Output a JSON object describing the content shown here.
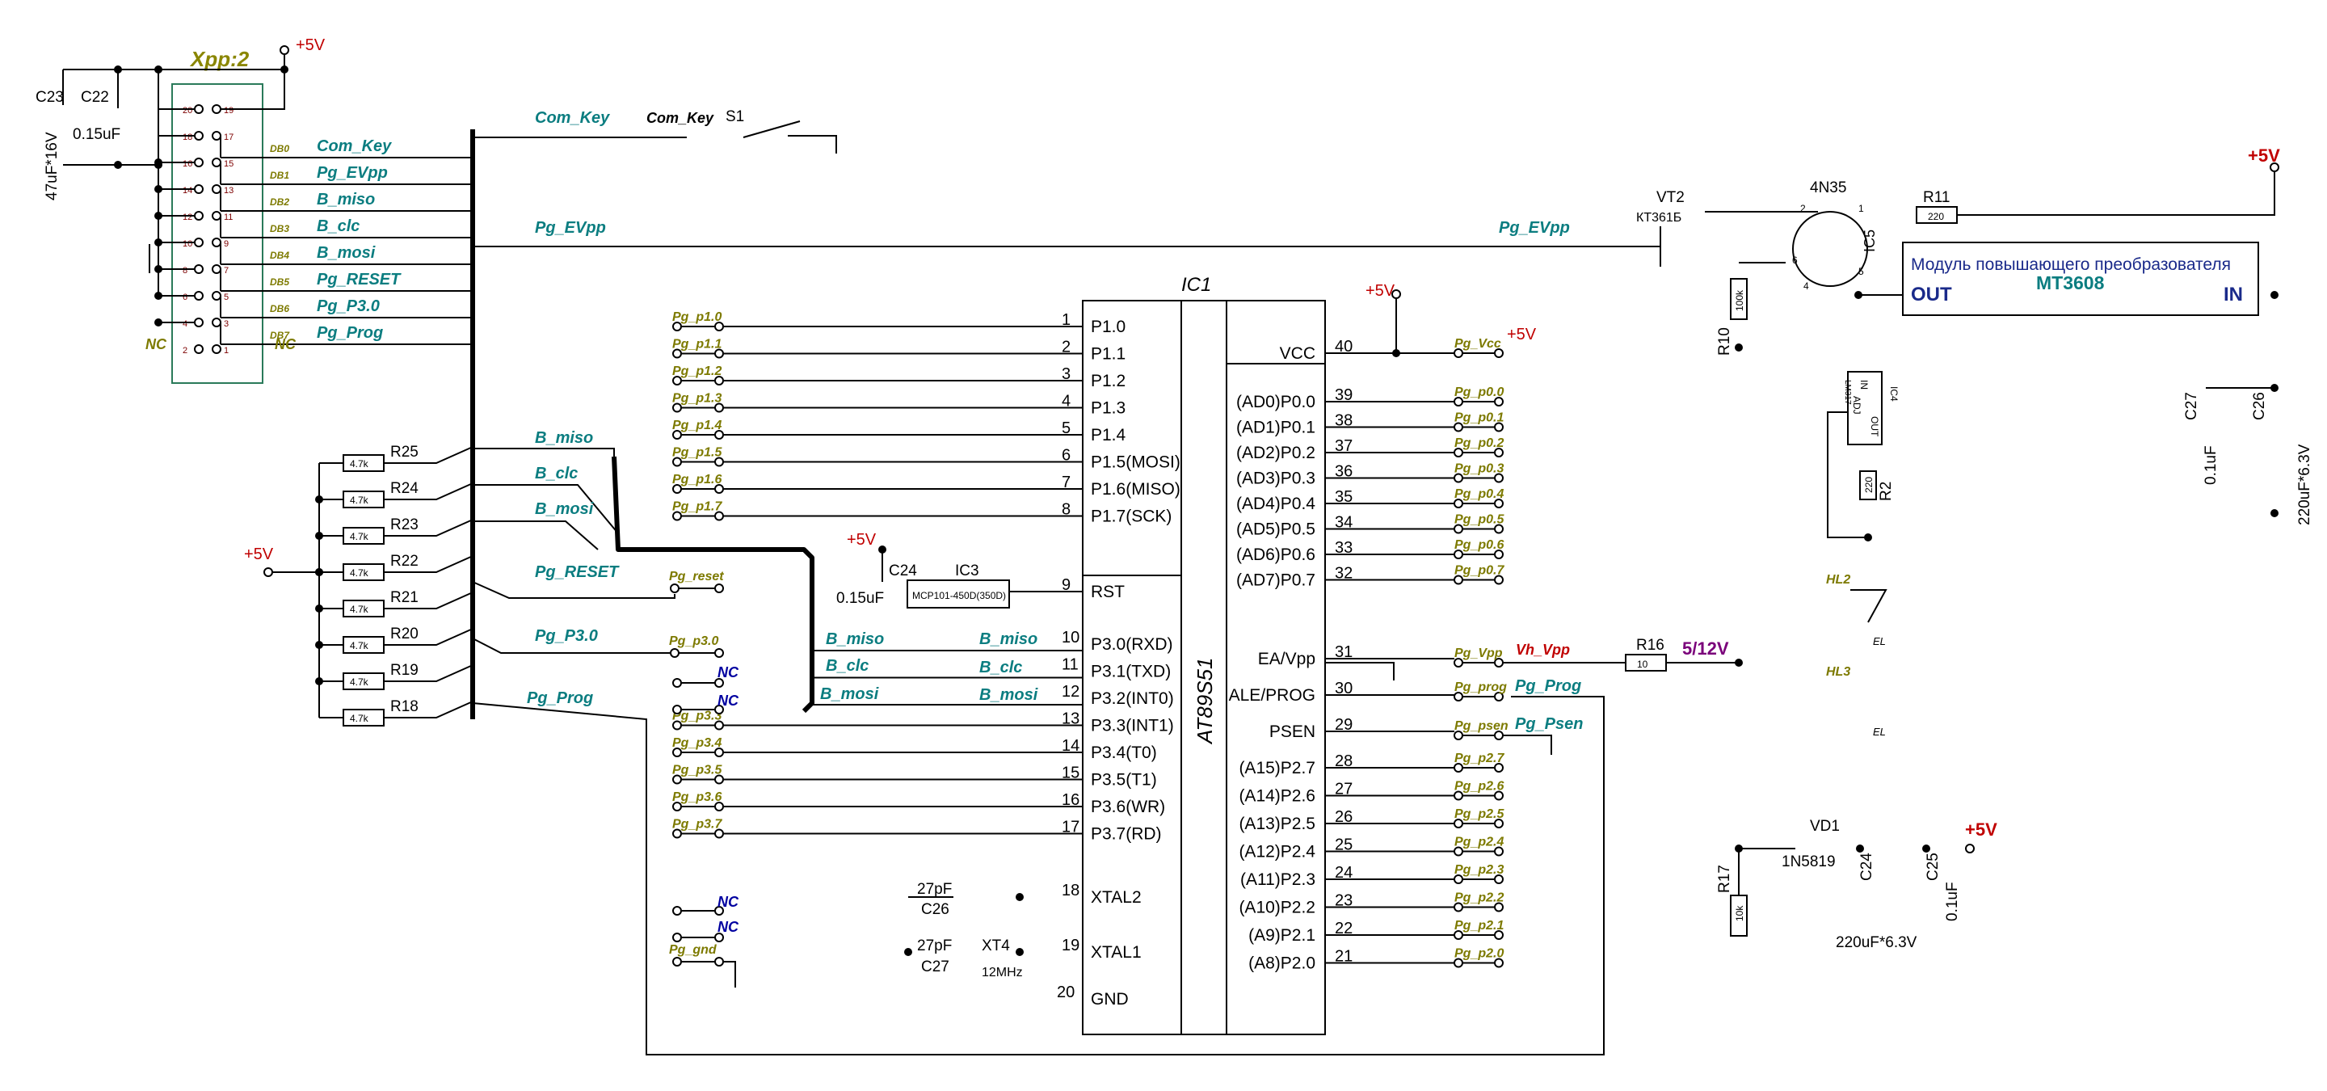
{
  "connector": {
    "title": "Xpp:2",
    "left_pins": [
      "20",
      "18",
      "16",
      "14",
      "12",
      "10",
      "8",
      "6",
      "4",
      "2"
    ],
    "right_pins": [
      "19",
      "17",
      "15",
      "13",
      "11",
      "9",
      "7",
      "5",
      "3",
      "1"
    ],
    "db_labels": [
      "DB0",
      "DB1",
      "DB2",
      "DB3",
      "DB4",
      "DB5",
      "DB6",
      "DB7"
    ],
    "signals": [
      "Com_Key",
      "Pg_EVpp",
      "B_miso",
      "B_clc",
      "B_mosi",
      "Pg_RESET",
      "Pg_P3.0",
      "Pg_Prog"
    ],
    "nc": "NC",
    "supply": "+5V",
    "c23": "C23",
    "c22": "C22",
    "c23_val": "47uF*16V",
    "c22_val": "0.15uF"
  },
  "switch": {
    "net": "Com_Key",
    "label": "Com_Key",
    "name": "S1"
  },
  "nets": {
    "pg_evpp": "Pg_EVpp",
    "b_miso": "B_miso",
    "b_clc": "B_clc",
    "b_mosi": "B_mosi",
    "pg_reset": "Pg_RESET",
    "pg_reset_term": "Pg_reset",
    "pg_p30": "Pg_P3.0",
    "pg_p30_term": "Pg_p3.0",
    "pg_prog": "Pg_Prog"
  },
  "resistors": {
    "names": [
      "R25",
      "R24",
      "R23",
      "R22",
      "R21",
      "R20",
      "R19",
      "R18"
    ],
    "value": "4.7k",
    "supply": "+5V"
  },
  "ic1": {
    "name": "IC1",
    "part": "AT89S51",
    "left": [
      {
        "n": "1",
        "l": "P1.0",
        "t": "Pg_p1.0"
      },
      {
        "n": "2",
        "l": "P1.1",
        "t": "Pg_p1.1"
      },
      {
        "n": "3",
        "l": "P1.2",
        "t": "Pg_p1.2"
      },
      {
        "n": "4",
        "l": "P1.3",
        "t": "Pg_p1.3"
      },
      {
        "n": "5",
        "l": "P1.4",
        "t": "Pg_p1.4"
      },
      {
        "n": "6",
        "l": "P1.5(MOSI)",
        "t": "Pg_p1.5"
      },
      {
        "n": "7",
        "l": "P1.6(MISO)",
        "t": "Pg_p1.6"
      },
      {
        "n": "8",
        "l": "P1.7(SCK)",
        "t": "Pg_p1.7"
      }
    ],
    "rst": {
      "n": "9",
      "l": "RST"
    },
    "p3": [
      {
        "n": "10",
        "l": "P3.0(RXD)",
        "t": ""
      },
      {
        "n": "11",
        "l": "P3.1(TXD)",
        "t": ""
      },
      {
        "n": "12",
        "l": "P3.2(INT0)",
        "t": ""
      },
      {
        "n": "13",
        "l": "P3.3(INT1)",
        "t": "Pg_p3.3"
      },
      {
        "n": "14",
        "l": "P3.4(T0)",
        "t": "Pg_p3.4"
      },
      {
        "n": "15",
        "l": "P3.5(T1)",
        "t": "Pg_p3.5"
      },
      {
        "n": "16",
        "l": "P3.6(WR)",
        "t": "Pg_p3.6"
      },
      {
        "n": "17",
        "l": "P3.7(RD)",
        "t": "Pg_p3.7"
      }
    ],
    "xtal": [
      {
        "n": "18",
        "l": "XTAL2"
      },
      {
        "n": "19",
        "l": "XTAL1"
      }
    ],
    "gnd": {
      "n": "20",
      "l": "GND"
    },
    "vcc": {
      "n": "40",
      "l": "VCC"
    },
    "p0": [
      {
        "n": "39",
        "l": "(AD0)P0.0",
        "t": "Pg_p0.0"
      },
      {
        "n": "38",
        "l": "(AD1)P0.1",
        "t": "Pg_p0.1"
      },
      {
        "n": "37",
        "l": "(AD2)P0.2",
        "t": "Pg_p0.2"
      },
      {
        "n": "36",
        "l": "(AD3)P0.3",
        "t": "Pg_p0.3"
      },
      {
        "n": "35",
        "l": "(AD4)P0.4",
        "t": "Pg_p0.4"
      },
      {
        "n": "34",
        "l": "(AD5)P0.5",
        "t": "Pg_p0.5"
      },
      {
        "n": "33",
        "l": "(AD6)P0.6",
        "t": "Pg_p0.6"
      },
      {
        "n": "32",
        "l": "(AD7)P0.7",
        "t": "Pg_p0.7"
      }
    ],
    "ctrl": [
      {
        "n": "31",
        "l": "EA/Vpp",
        "t": "Pg_Vpp"
      },
      {
        "n": "30",
        "l": "ALE/PROG",
        "t": "Pg_prog"
      },
      {
        "n": "29",
        "l": "PSEN",
        "t": "Pg_psen"
      }
    ],
    "p2": [
      {
        "n": "28",
        "l": "(A15)P2.7",
        "t": "Pg_p2.7"
      },
      {
        "n": "27",
        "l": "(A14)P2.6",
        "t": "Pg_p2.6"
      },
      {
        "n": "26",
        "l": "(A13)P2.5",
        "t": "Pg_p2.5"
      },
      {
        "n": "25",
        "l": "(A12)P2.4",
        "t": "Pg_p2.4"
      },
      {
        "n": "24",
        "l": "(A11)P2.3",
        "t": "Pg_p2.3"
      },
      {
        "n": "23",
        "l": "(A10)P2.2",
        "t": "Pg_p2.2"
      },
      {
        "n": "22",
        "l": "(A9)P2.1",
        "t": "Pg_p2.1"
      },
      {
        "n": "21",
        "l": "(A8)P2.0",
        "t": "Pg_p2.0"
      }
    ],
    "vcc_term": "Pg_Vcc",
    "vcc_supply": "+5V",
    "top_supply": "+5V"
  },
  "p3_labels": {
    "b_miso": "B_miso",
    "b_clc": "B_clc",
    "b_mosi": "B_mosi",
    "b_miso2": "B_miso",
    "b_clc2": "B_clc",
    "b_mosi2": "B_mosi"
  },
  "nc_terms": {
    "nc1": "NC",
    "nc2": "NC",
    "nc3": "NC",
    "nc4": "NC",
    "gnd_term": "Pg_gnd"
  },
  "reset_circuit": {
    "supply": "+5V",
    "cap": "C24",
    "cap_val": "0.15uF",
    "ic": "IC3",
    "ic_part": "MCP101-450D(350D)"
  },
  "crystal": {
    "c26": "C26",
    "c27": "C27",
    "c26_val": "27pF",
    "c27_val": "27pF",
    "xt": "XT4",
    "freq": "12MHz"
  },
  "vpp": {
    "label": "Vh_Vpp",
    "r16": "R16",
    "r16_val": "10",
    "rail": "5/12V",
    "prog_net": "Pg_Prog",
    "psen_net": "Pg_Psen"
  },
  "right": {
    "vt2": "VT2",
    "vt2_part": "КТ361Б",
    "pg_evpp": "Pg_EVpp",
    "opto": "4N35",
    "ic5": "IC5",
    "r11": "R11",
    "r11_val": "220",
    "r10": "R10",
    "r10_val": "100k",
    "supply_top": "+5V",
    "module_title": "Модуль повышающего преобразователя",
    "module_part": "MT3608",
    "module_out": "OUT",
    "module_in": "IN",
    "c27": "C27",
    "c27_val": "0.1uF",
    "c26": "C26",
    "c26_val": "220uF*6.3V",
    "ic4": "IC4",
    "ic4_part": "LM317",
    "ic4_in": "IN",
    "ic4_adj": "ADJ",
    "ic4_out": "OUT",
    "r2": "R2",
    "r2_val": "220",
    "hl2": "HL2",
    "hl3": "HL3",
    "el": "EL",
    "el2": "EL",
    "vd1": "VD1",
    "vd1_part": "1N5819",
    "c24": "C24",
    "c24_val": "220uF*6.3V",
    "c25": "C25",
    "c25_val": "0.1uF",
    "supply_bot": "+5V",
    "r17": "R17",
    "r17_val": "10k",
    "pin2": "2",
    "pin1": "1",
    "pin6": "6",
    "pin4": "4",
    "pin5": "5"
  }
}
